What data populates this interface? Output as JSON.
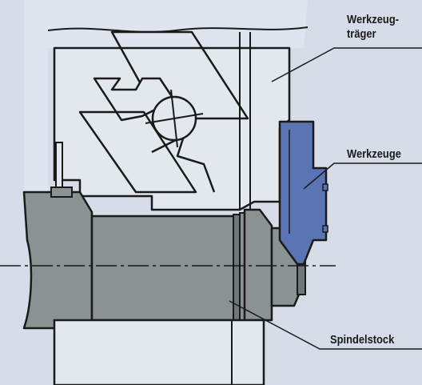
{
  "labels": {
    "tool_carrier_line1": "Werkzeug-",
    "tool_carrier_line2": "träger",
    "tools": "Werkzeuge",
    "spindle_head": "Spindelstock"
  },
  "colors": {
    "background": "#d6dde8",
    "carrier_fill": "#e3e8ef",
    "spindle_fill": "#8a9294",
    "spindle_dark": "#6f7779",
    "tool_fill": "#5b74b4",
    "outline": "#1a1a1a"
  }
}
